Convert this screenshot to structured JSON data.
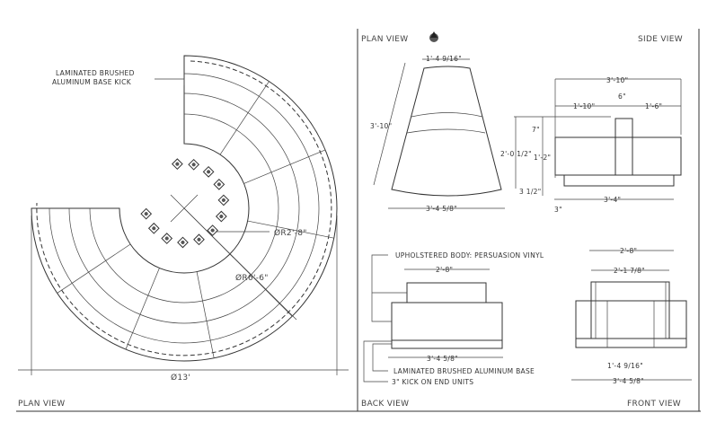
{
  "left_panel": {
    "title": "PLAN VIEW",
    "note_base_kick_line1": "LAMINATED BRUSHED",
    "note_base_kick_line2": "ALUMINUM BASE KICK",
    "radius_outer": "ØR2'-8\"",
    "radius_inner": "ØR6'-6\"",
    "diameter": "Ø13'"
  },
  "plan_view": {
    "title": "PLAN VIEW",
    "icon": "north-arrow-icon",
    "top_width": "1'-4 9/16\"",
    "depth": "3'-10\"",
    "bottom_width": "3'-4 5/8\""
  },
  "side_view": {
    "title": "SIDE VIEW",
    "overall_depth": "3'-10\"",
    "seat_depth": "1'-10\"",
    "back_width": "6\"",
    "back_depth": "1'-6\"",
    "back_height": "7\"",
    "total_height": "2'-0 1/2\"",
    "seat_height": "1'-2\"",
    "kick_height": "3 1/2\"",
    "kick_offset": "3\"",
    "base_depth": "3'-4\""
  },
  "back_view": {
    "title": "BACK VIEW",
    "note_body": "UPHOLSTERED BODY: PERSUASION VINYL",
    "back_width": "2'-8\"",
    "overall_width": "3'-4 5/8\"",
    "note_base": "LAMINATED BRUSHED ALUMINUM BASE",
    "note_kick": "3\" KICK ON END UNITS"
  },
  "front_view": {
    "title": "FRONT VIEW",
    "top_width": "2'-8\"",
    "inner_width": "2'-1 7/8\"",
    "front_narrow": "1'-4 9/16\"",
    "overall_width": "3'-4 5/8\""
  }
}
